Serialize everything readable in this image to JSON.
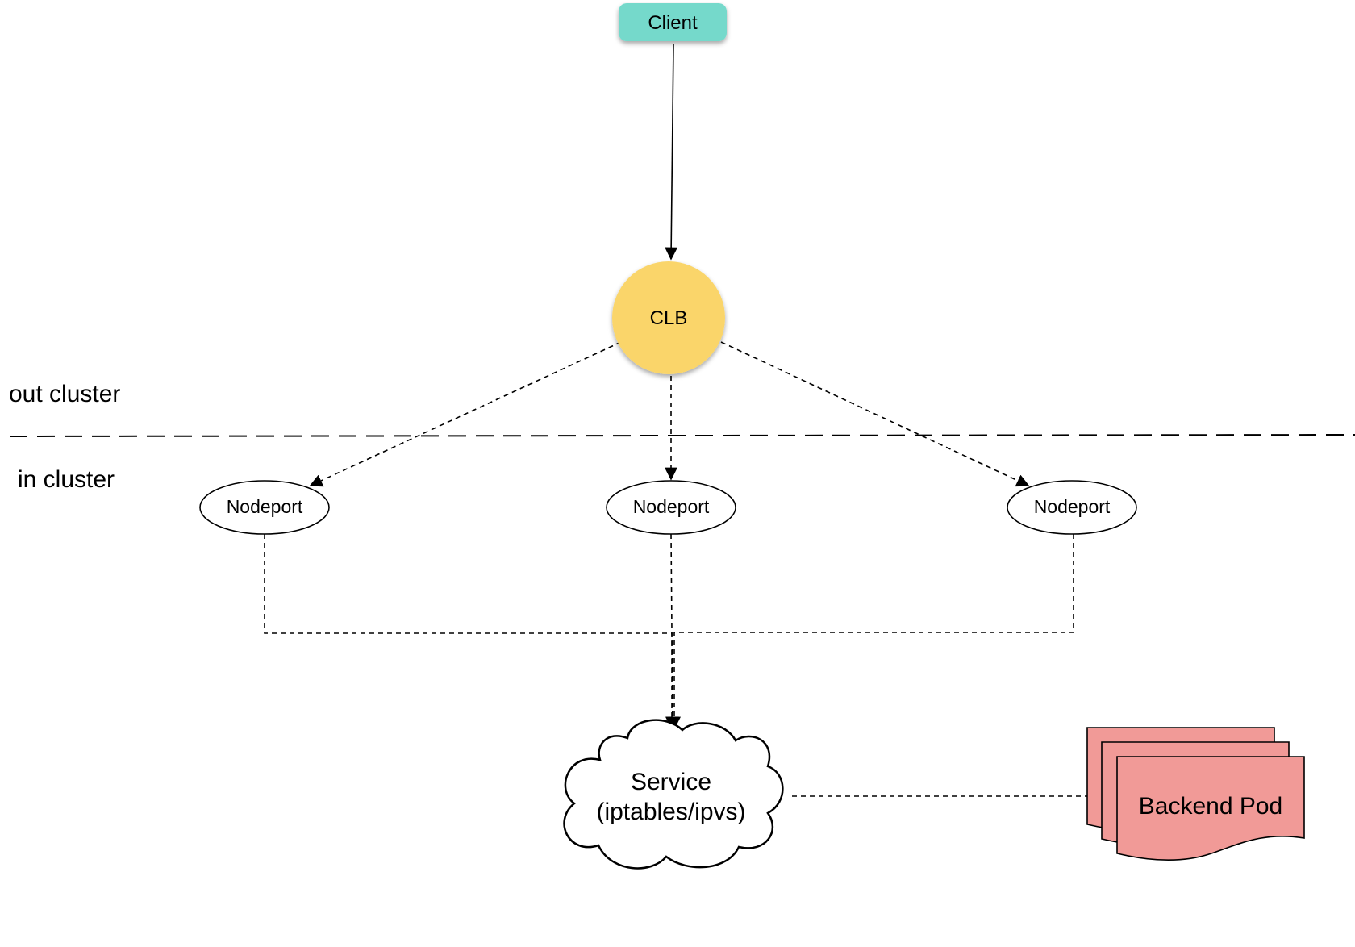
{
  "zones": {
    "out_cluster": "out cluster",
    "in_cluster": "in cluster"
  },
  "nodes": {
    "client": "Client",
    "clb": "CLB",
    "nodeport_left": "Nodeport",
    "nodeport_center": "Nodeport",
    "nodeport_right": "Nodeport",
    "service_line1": "Service",
    "service_line2": "(iptables/ipvs)",
    "backend_pod": "Backend Pod"
  },
  "colors": {
    "client_fill": "#74d9cb",
    "clb_fill": "#fad56a",
    "pod_fill": "#f19a97",
    "stroke": "#000000"
  }
}
